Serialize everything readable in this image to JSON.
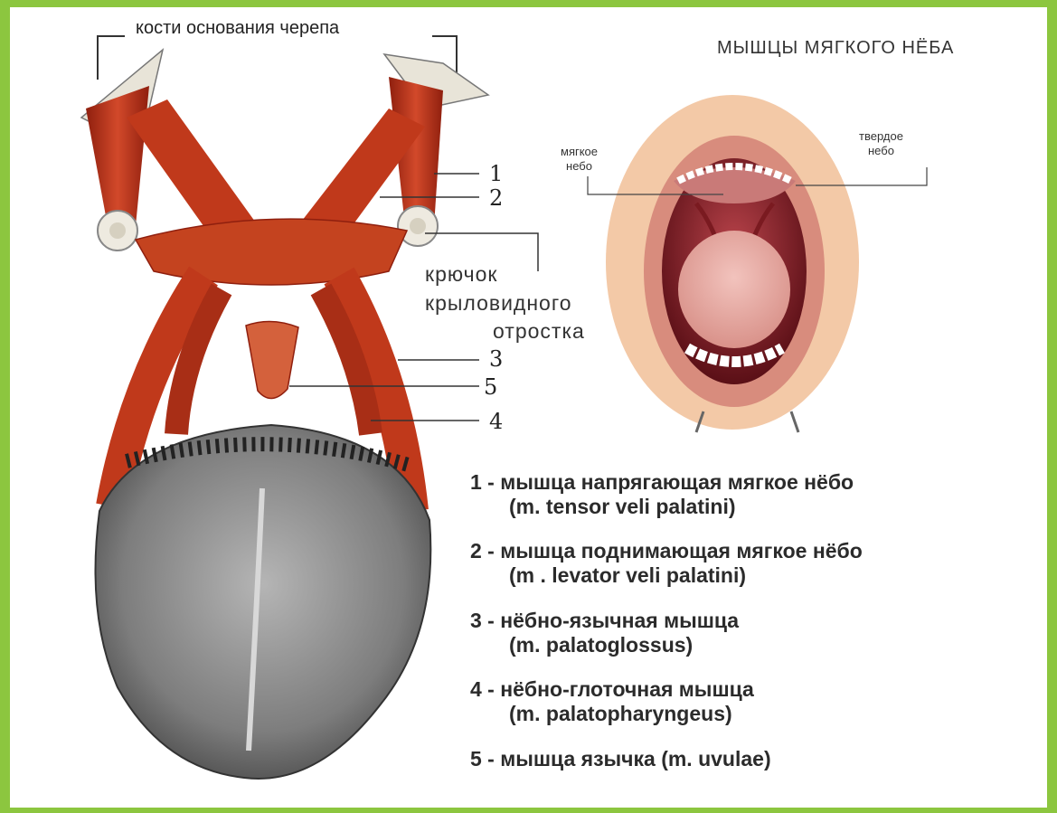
{
  "header": {
    "skull_bones_label": "кости основания черепа",
    "title": "МЫШЦЫ МЯГКОГО НЁБА"
  },
  "left_figure": {
    "callout_numbers": [
      "1",
      "2",
      "3",
      "5",
      "4"
    ],
    "hook_label_lines": [
      "крючок",
      "крыловидного",
      "отростка"
    ]
  },
  "mouth_figure": {
    "soft_palate_lines": [
      "мягкое",
      "небо"
    ],
    "hard_palate_lines": [
      "твердое",
      "небо"
    ]
  },
  "legend": [
    {
      "line1": "1 - мышца напрягающая мягкое нёбо",
      "line2": "(m. tensor veli palatini)"
    },
    {
      "line1": "2 - мышца поднимающая мягкое нёбо",
      "line2": "(m . levator veli palatini)"
    },
    {
      "line1": "3 - нёбно-язычная мышца",
      "line2": "(m. palatoglossus)"
    },
    {
      "line1": "4 - нёбно-глоточная мышца",
      "line2": "(m. palatopharyngeus)"
    },
    {
      "line1": "5 - мышца язычка (m. uvulae)",
      "line2": ""
    }
  ],
  "colors": {
    "frame": "#8cc63f",
    "muscle": "#c0391b",
    "muscle_dark": "#8f1f0e",
    "tongue": "#8a8a8a",
    "lips": "#d88c7d",
    "skin": "#f3c9a7"
  }
}
